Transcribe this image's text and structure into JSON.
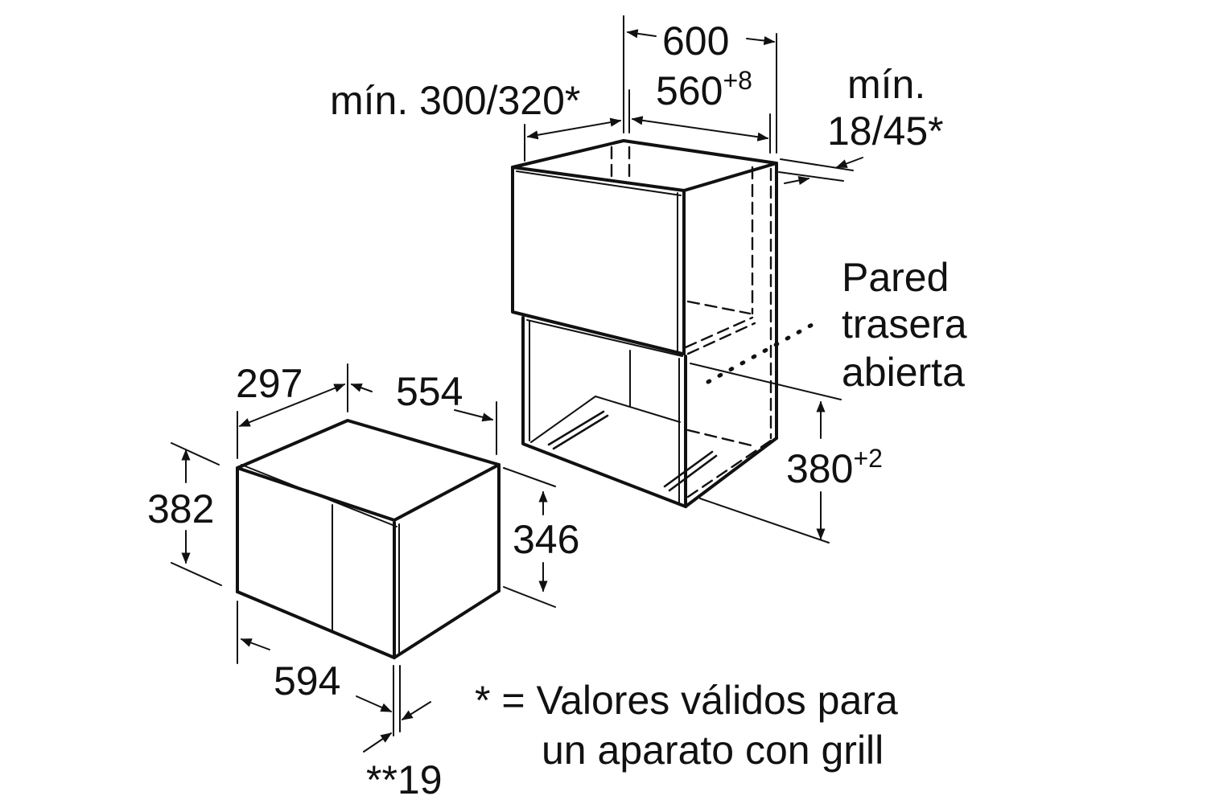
{
  "diagram": {
    "title": "Built-in microwave installation dimensions",
    "cabinet": {
      "width_total": "600",
      "width_inner": "560",
      "width_inner_tolerance": "+8",
      "depth_min": "mín. 300/320*",
      "gap_min_line1": "mín.",
      "gap_min_line2": "18/45*",
      "rear_wall_line1": "Pared",
      "rear_wall_line2": "trasera",
      "rear_wall_line3": "abierta",
      "niche_height": "380",
      "niche_height_tolerance": "+2"
    },
    "appliance": {
      "depth": "297",
      "side_depth": "554",
      "height_total": "382",
      "height_body": "346",
      "width": "594",
      "frame_thickness": "**19"
    },
    "footnote": {
      "line1": "* = Valores válidos para",
      "line2": "un aparato con grill"
    }
  }
}
